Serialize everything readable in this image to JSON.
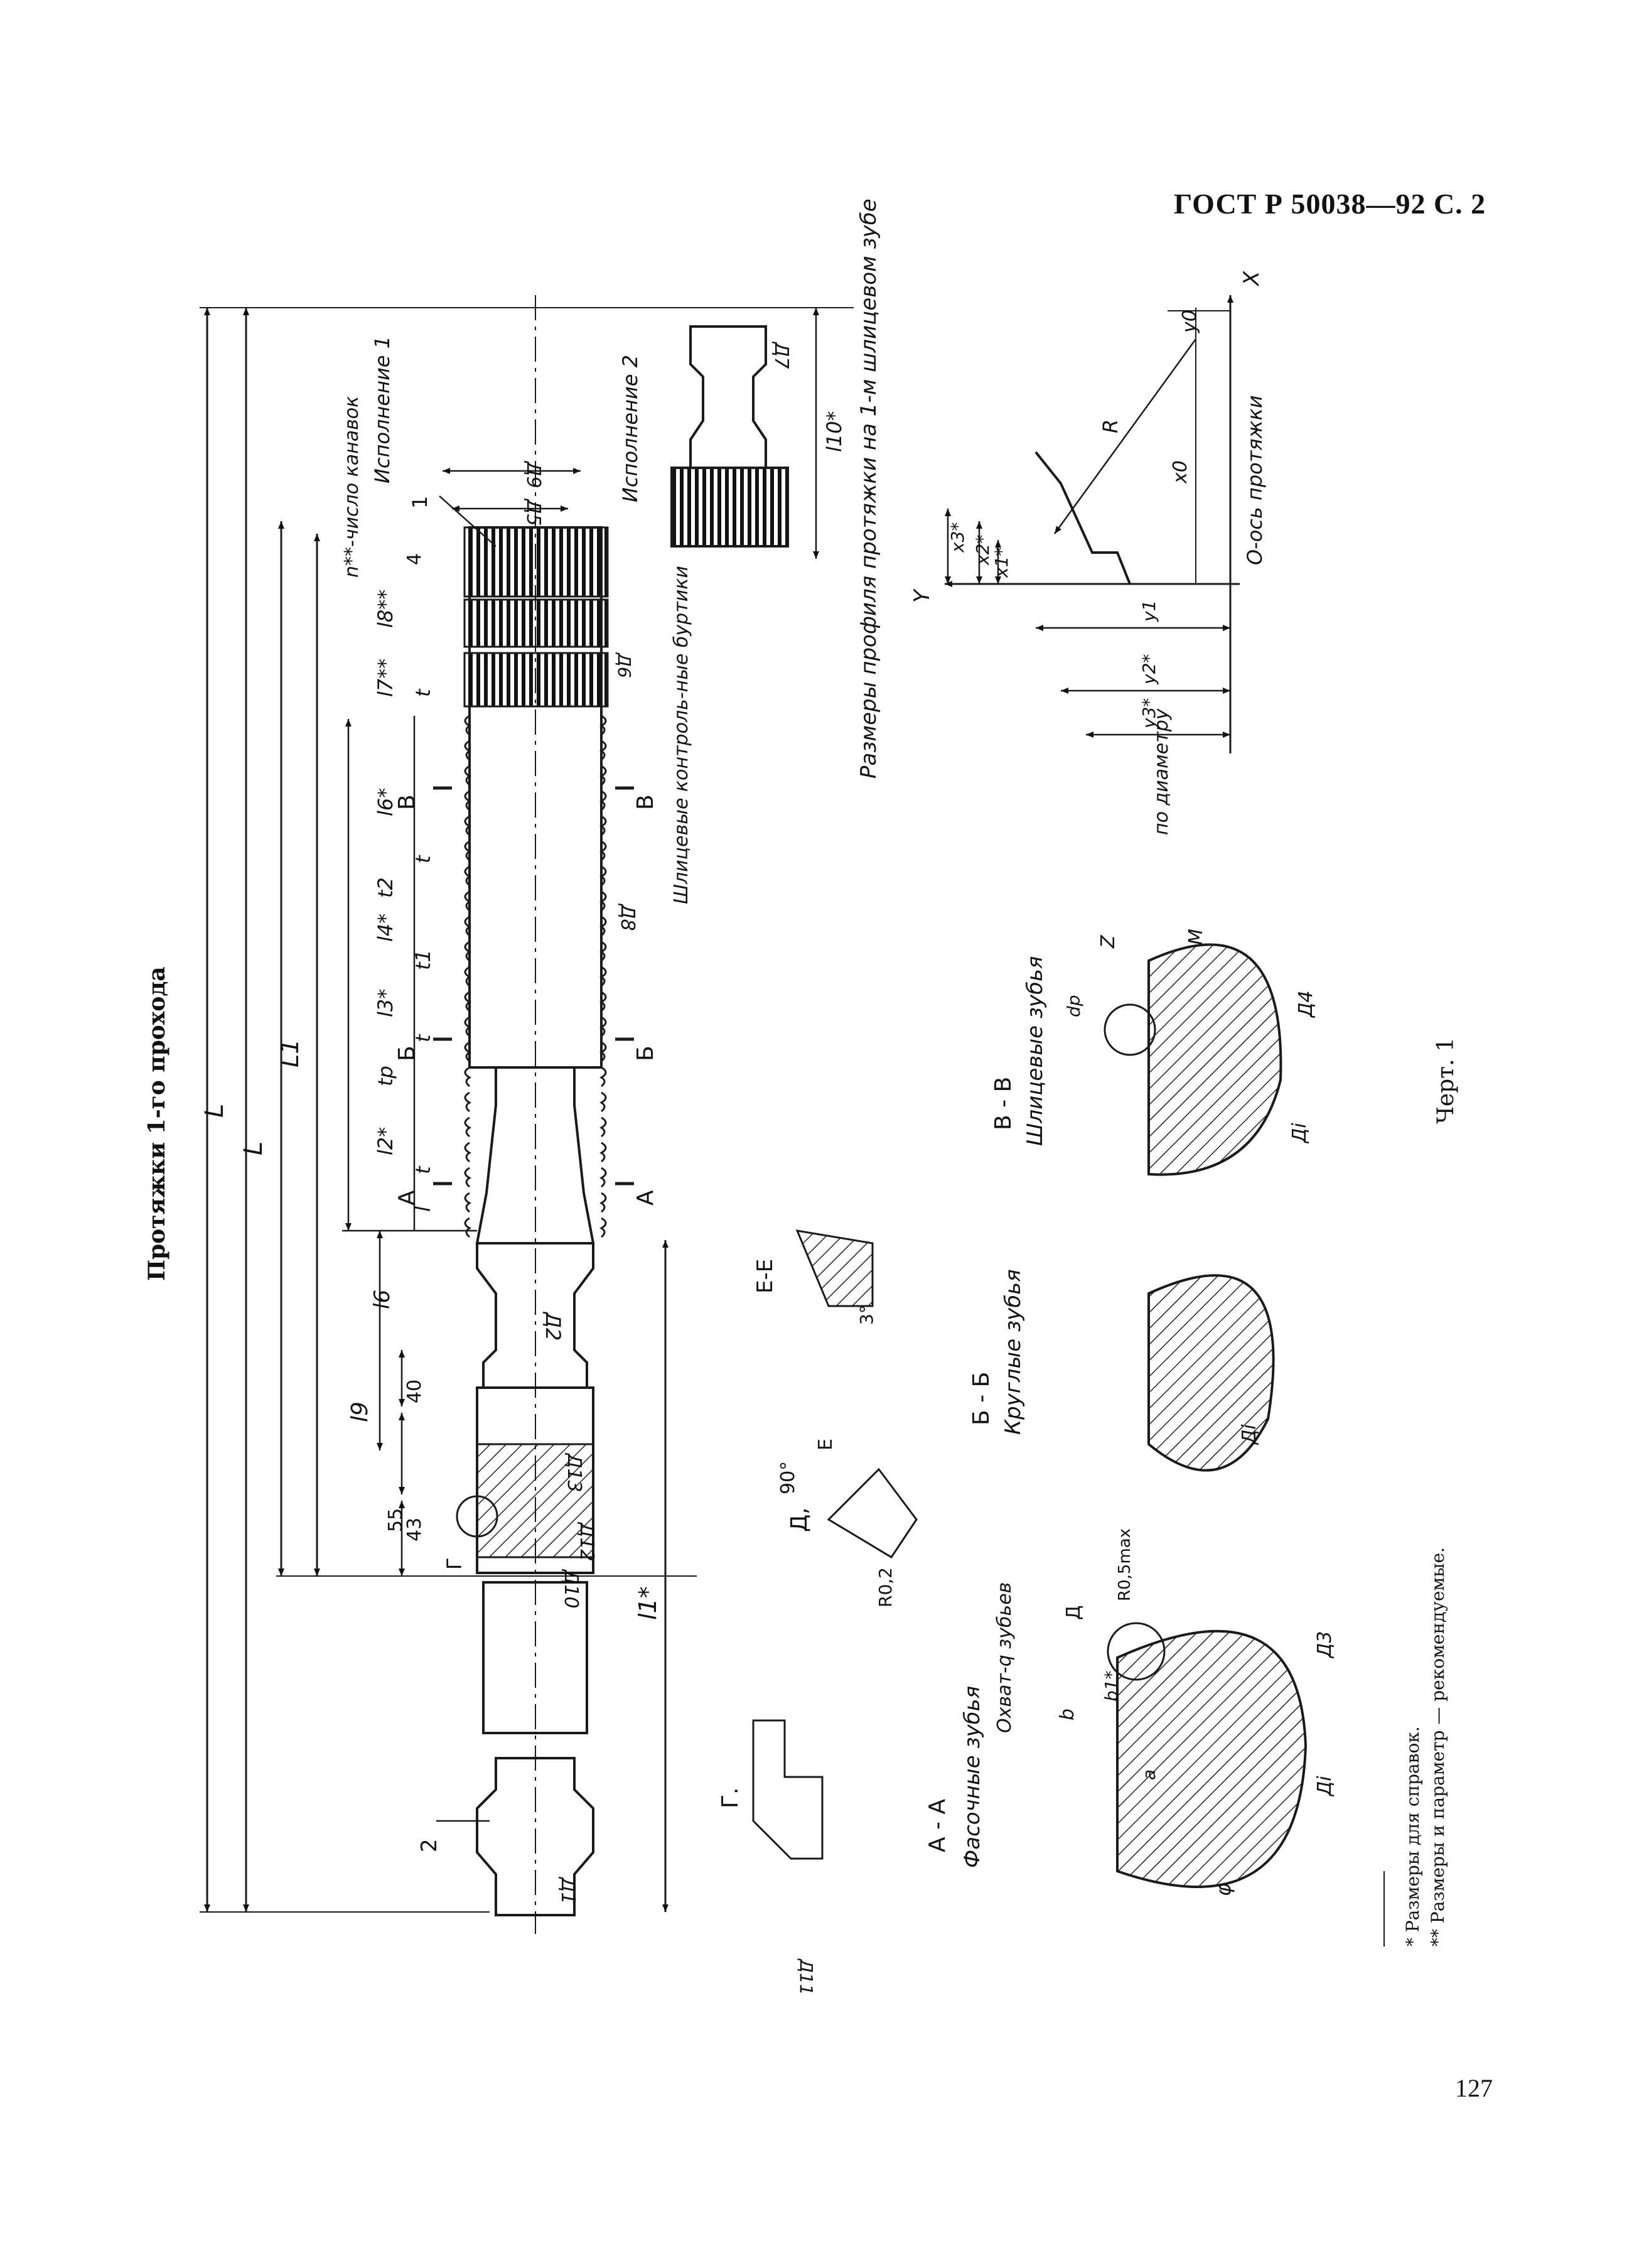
{
  "header": {
    "standard": "ГОСТ Р 50038—92 С. 2"
  },
  "page_number": "127",
  "drawing": {
    "title": "Протяжки 1-го прохода",
    "caption": "Черт. 1",
    "footnotes": [
      "* Размеры для справок.",
      "** Размеры и параметр — рекомендуемые."
    ],
    "overall_dims": {
      "L_outer": "L",
      "L_inner": "L",
      "L1": "L1",
      "l1": "l1*"
    },
    "shank_dims": {
      "d55": "55",
      "d43": "43",
      "d40": "40",
      "l9": "l9",
      "D13": "Д13",
      "D12": "Д12",
      "D10": "Д10",
      "D2": "Д2",
      "D1": "Д1",
      "D11": "Д11",
      "l6": "l6"
    },
    "tooth_dims": {
      "l": "l",
      "t": "t",
      "tp": "tp",
      "t1": "t1",
      "t2": "t2",
      "l2": "l2*",
      "l3": "l3*",
      "l4": "l4*",
      "l6b": "l6*",
      "l7": "l7**",
      "l8": "l8**",
      "n4": "4",
      "D8": "Д8",
      "D6": "Д6",
      "D5": "Д5",
      "D9": "Д9",
      "D7": "Д7",
      "l10": "l10*"
    },
    "labels": {
      "execution1": "Исполнение 1",
      "execution2": "Исполнение 2",
      "grooves": "n**-число канавок",
      "spline_bands": "Шлицевые контроль-ные буртики",
      "profile_title": "Размеры профиля протяжки на 1-м шлицевом зубе",
      "axis_label": "О-ось протяжки",
      "callout1": "1",
      "callout2": "2",
      "marker_G": "Г",
      "marker_D": "Д"
    },
    "sections": {
      "AA_title": "А - А",
      "AA_sub": "Фасочные зубья",
      "AA_cover": "Охват-q зубьев",
      "BB_title": "Б - Б",
      "BB_sub": "Круглые зубья",
      "VV_title": "В - В",
      "VV_sub": "Шлицевые зубья",
      "EE_title": "Е-Е",
      "G_title": "Г.",
      "D_title": "Д,",
      "angle90": "90°",
      "angle3": "3°",
      "R02": "R0,2",
      "R05": "R0,5max",
      "b": "b",
      "b1": "b1*",
      "a": "a",
      "phi": "φ",
      "D3": "Д3",
      "Di_A": "Дi",
      "Di_B": "Дi",
      "Di_V": "Дi",
      "D4": "Д4",
      "dp": "dp",
      "Z": "Z",
      "M": "M",
      "M_note": "по диаметру",
      "E": "E"
    },
    "profile": {
      "X": "X",
      "Y": "Y",
      "R": "R",
      "x0": "x0",
      "y0": "y0",
      "x1": "x1*",
      "x2": "x2*",
      "x3": "x3*",
      "y1": "y1",
      "y2": "y2*",
      "y3": "y3*"
    },
    "cut_marks": {
      "A": "А",
      "B": "Б",
      "V": "В"
    }
  }
}
